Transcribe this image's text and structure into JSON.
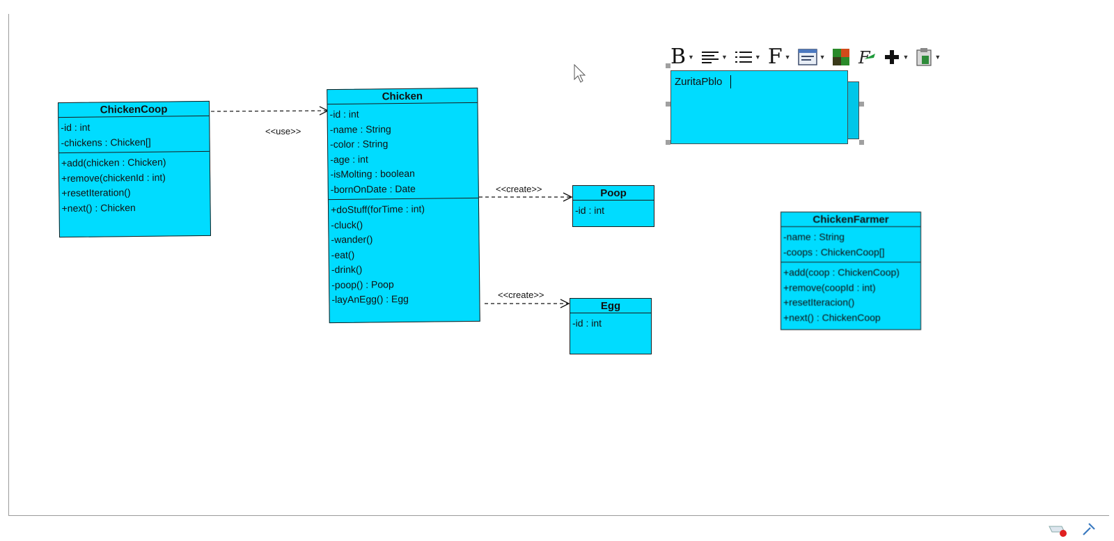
{
  "diagram": {
    "classes": [
      {
        "id": "chicken-coop",
        "name": "ChickenCoop",
        "attributes": [
          "-id : int",
          "-chickens : Chicken[]"
        ],
        "operations": [
          "+add(chicken : Chicken)",
          "+remove(chickenId : int)",
          "+resetIteration()",
          "+next() : Chicken"
        ]
      },
      {
        "id": "chicken",
        "name": "Chicken",
        "attributes": [
          "-id : int",
          "-name : String",
          "-color : String",
          "-age : int",
          "-isMolting : boolean",
          "-bornOnDate : Date"
        ],
        "operations": [
          "+doStuff(forTime : int)",
          "-cluck()",
          "-wander()",
          "-eat()",
          "-drink()",
          "-poop() : Poop",
          "-layAnEgg() : Egg"
        ]
      },
      {
        "id": "poop",
        "name": "Poop",
        "attributes": [
          "-id : int"
        ],
        "operations": []
      },
      {
        "id": "egg",
        "name": "Egg",
        "attributes": [
          "-id : int"
        ],
        "operations": []
      },
      {
        "id": "chicken-farmer",
        "name": "ChickenFarmer",
        "attributes": [
          "-name : String",
          "-coops : ChickenCoop[]"
        ],
        "operations": [
          "+add(coop : ChickenCoop)",
          "+remove(coopId : int)",
          "+resetIteracion()",
          "+next() : ChickenCoop"
        ]
      }
    ],
    "relations": [
      {
        "from": "chicken-coop",
        "to": "chicken",
        "label": "<<use>>"
      },
      {
        "from": "chicken",
        "to": "poop",
        "label": "<<create>>"
      },
      {
        "from": "chicken",
        "to": "egg",
        "label": "<<create>>"
      }
    ],
    "note": {
      "text": "ZuritaPblo"
    }
  },
  "toolbar": {
    "bold_glyph": "B",
    "font_glyph": "F",
    "items": [
      "bold-icon",
      "align-icon",
      "list-icon",
      "font-icon",
      "format-icon",
      "color-icon",
      "style-icon",
      "add-icon",
      "paste-icon"
    ]
  },
  "colors": {
    "class_fill": "#00dcff",
    "border": "#1a1a1a",
    "canvas": "#ffffff"
  }
}
